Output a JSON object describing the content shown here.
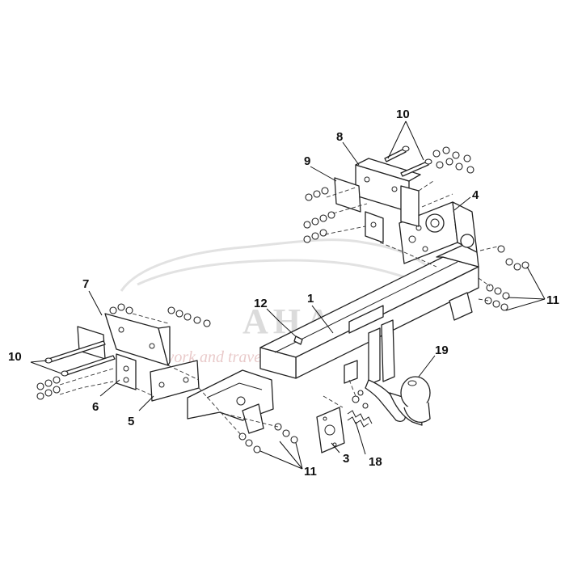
{
  "callouts": [
    {
      "id": "label-1",
      "text": "1"
    },
    {
      "id": "label-3",
      "text": "3"
    },
    {
      "id": "label-4",
      "text": "4"
    },
    {
      "id": "label-5",
      "text": "5"
    },
    {
      "id": "label-6",
      "text": "6"
    },
    {
      "id": "label-7",
      "text": "7"
    },
    {
      "id": "label-8",
      "text": "8"
    },
    {
      "id": "label-9",
      "text": "9"
    },
    {
      "id": "label-10-top",
      "text": "10"
    },
    {
      "id": "label-10-left",
      "text": "10"
    },
    {
      "id": "label-11-right",
      "text": "11"
    },
    {
      "id": "label-11-bottom",
      "text": "11"
    },
    {
      "id": "label-12",
      "text": "12"
    },
    {
      "id": "label-18",
      "text": "18"
    },
    {
      "id": "label-19",
      "text": "19"
    }
  ],
  "watermark": {
    "brand": "AHAKA",
    "tagline": "work and travel"
  }
}
